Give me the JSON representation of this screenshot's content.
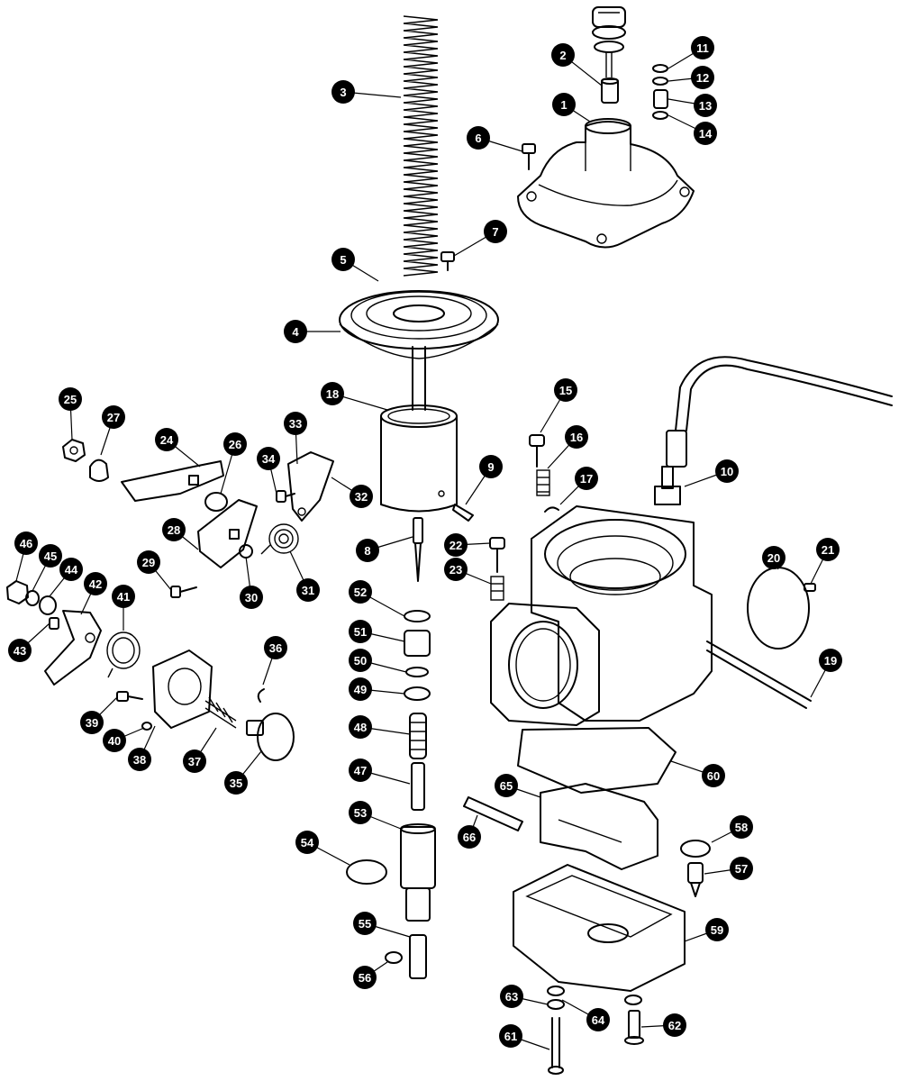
{
  "diagram": {
    "callouts": [
      "1",
      "2",
      "3",
      "4",
      "5",
      "6",
      "7",
      "8",
      "9",
      "10",
      "11",
      "12",
      "13",
      "14",
      "15",
      "16",
      "17",
      "18",
      "19",
      "20",
      "21",
      "22",
      "23",
      "24",
      "25",
      "26",
      "27",
      "28",
      "29",
      "30",
      "31",
      "32",
      "33",
      "34",
      "35",
      "36",
      "37",
      "38",
      "39",
      "40",
      "41",
      "42",
      "43",
      "44",
      "45",
      "46",
      "47",
      "48",
      "49",
      "50",
      "51",
      "52",
      "53",
      "54",
      "55",
      "56",
      "57",
      "58",
      "59",
      "60",
      "61",
      "62",
      "63",
      "64",
      "65",
      "66"
    ]
  },
  "colors": {
    "ink": "#000000",
    "paper": "#ffffff",
    "callout_text": "#ffffff"
  }
}
